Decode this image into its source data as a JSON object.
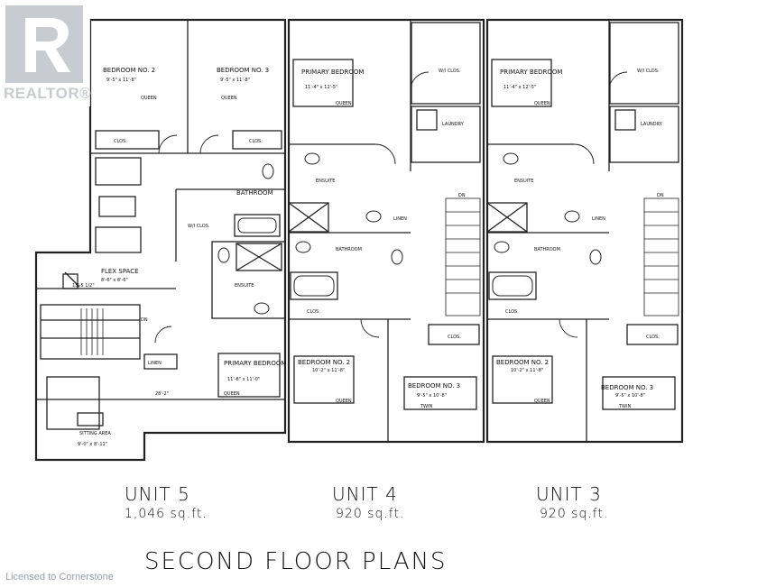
{
  "logo": {
    "text": "REALTOR®",
    "icon": "realtor-r-icon"
  },
  "watermark": "Licensed to Cornerstone",
  "floor_title": "SECOND FLOOR PLANS",
  "units": [
    {
      "name": "UNIT 5",
      "area": "1,046 sq.ft."
    },
    {
      "name": "UNIT 4",
      "area": "920 sq.ft."
    },
    {
      "name": "UNIT 3",
      "area": "920 sq.ft."
    }
  ],
  "rooms": {
    "u5_bed2": "BEDROOM NO. 2",
    "u5_bed2_dim": "9'-5\" x 11'-8\"",
    "u5_bed3": "BEDROOM NO. 3",
    "u5_bed3_dim": "9'-5\" x 11'-8\"",
    "u5_flex": "FLEX SPACE",
    "u5_flex_dim": "8'-6\" x 8'-6\"",
    "u5_flex_dim2": "13'-5 1/2\"",
    "u5_bath": "BATHROOM",
    "u5_wi": "W/I CLOS.",
    "u5_ensuite": "ENSUITE",
    "u5_primary": "PRIMARY BEDROOM",
    "u5_primary_dim": "11'-8\" x 11'-0\"",
    "u5_linen": "LINEN",
    "u5_sitting": "SITTING AREA",
    "u5_sitting_dim": "9'-0\" x 8'-11\"",
    "u5_dim_long": "28'-2\"",
    "u4_primary": "PRIMARY BEDROOM",
    "u4_primary_dim": "11'-4\" x 12'-5\"",
    "u4_wi": "W/I CLOS.",
    "u4_laundry": "LAUNDRY",
    "u4_ensuite": "ENSUITE",
    "u4_linen": "LINEN",
    "u4_bath": "BATHROOM",
    "u4_bed2": "BEDROOM NO. 2",
    "u4_bed2_dim": "10'-2\" x 11'-8\"",
    "u4_bed3": "BEDROOM NO. 3",
    "u4_bed3_dim": "9'-5\" x 10'-8\"",
    "u3_primary": "PRIMARY BEDROOM",
    "u3_primary_dim": "11'-4\" x 12'-5\"",
    "u3_wi": "W/I CLOS.",
    "u3_laundry": "LAUNDRY",
    "u3_ensuite": "ENSUITE",
    "u3_linen": "LINEN",
    "u3_bath": "BATHROOM",
    "u3_bed2": "BEDROOM NO. 2",
    "u3_bed2_dim": "10'-2\" x 11'-8\"",
    "u3_bed3": "BEDROOM NO. 3",
    "u3_bed3_dim": "9'-5\" x 10'-8\"",
    "queen": "QUEEN",
    "twin": "TWIN",
    "clos": "CLOS.",
    "dn": "DN"
  }
}
